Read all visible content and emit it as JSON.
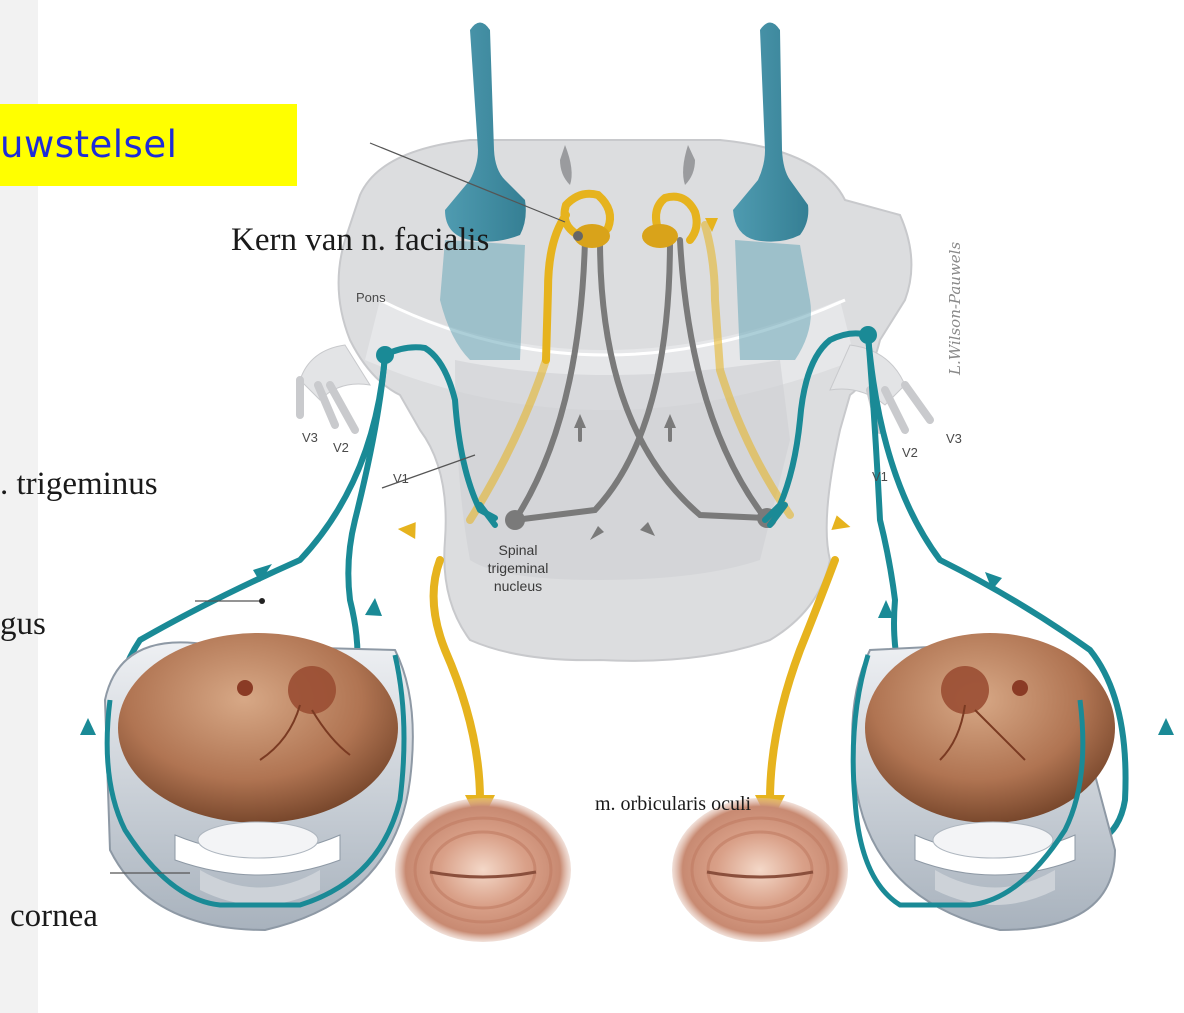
{
  "slide": {
    "title": "uwstelsel",
    "labels": {
      "facial_nucleus": "Kern van n. facialis",
      "trigeminus": ". trigeminus",
      "gus": "gus",
      "cornea": "cornea",
      "orbicularis": "m. orbicularis oculi"
    }
  },
  "figure": {
    "pons": "Pons",
    "v3_left": "V3",
    "v2_left": "V2",
    "v1_left": "V1",
    "v3_right": "V3",
    "v2_right": "V2",
    "v1_right": "V1",
    "spinal_nucleus": [
      "Spinal",
      "trigeminal",
      "nucleus"
    ],
    "signature": "L.Wilson-Pauwels"
  },
  "colors": {
    "title_highlight": "#ffff00",
    "title_text": "#1e2bd8",
    "sensory_pathway": "#1a8a96",
    "motor_pathway": "#e6b31e",
    "interneuron": "#7a7a7a",
    "brainstem": "#d9dadc",
    "ventricle_columns": "#3e8ea3"
  }
}
